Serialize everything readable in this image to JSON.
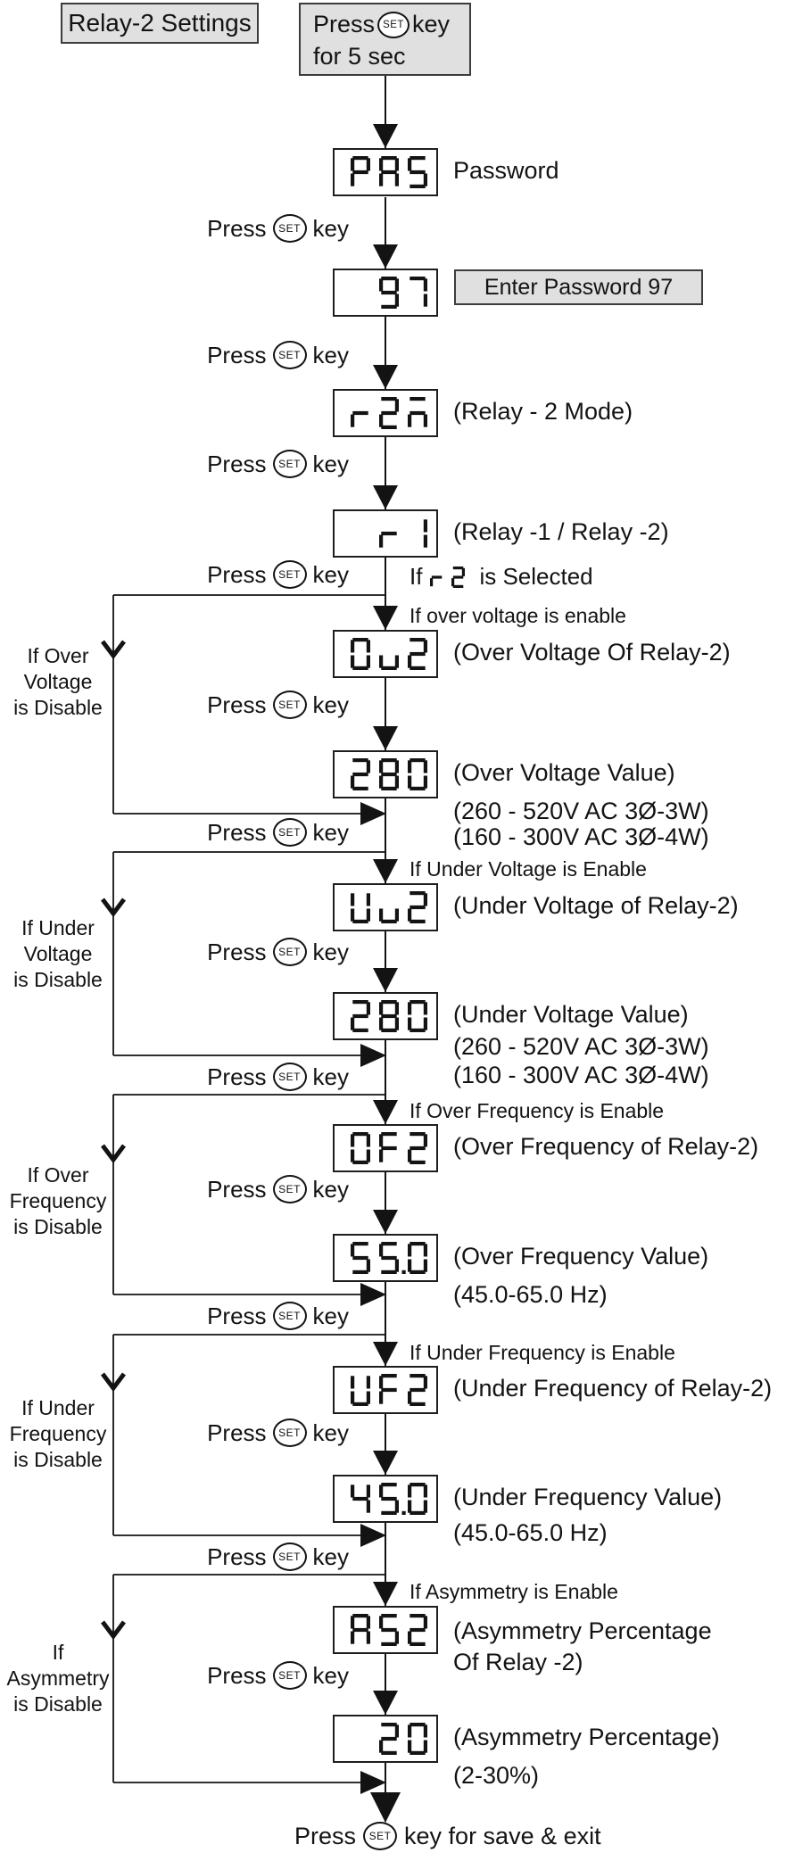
{
  "colors": {
    "ink": "#131313",
    "badge_fill": "#e0e0e0",
    "display_fill": "#ffffff"
  },
  "title": "Relay-2 Settings",
  "start_node": {
    "press": "Press",
    "set_key": "SET",
    "key": "key",
    "duration_line": "for 5 sec"
  },
  "press_set": {
    "press": "Press",
    "set_key": "SET",
    "suffix": "key"
  },
  "final_step": {
    "press": "Press",
    "set_key": "SET",
    "suffix": "key for save & exit"
  },
  "password_note": "Enter Password 97",
  "selected_branch": {
    "prefix": "If",
    "display": "r2",
    "suffix": "is Selected"
  },
  "displays": [
    {
      "value": "PAS",
      "labels": [
        "Password"
      ]
    },
    {
      "value": " 97",
      "labels": []
    },
    {
      "value": "r2M",
      "labels": [
        "(Relay - 2 Mode)"
      ]
    },
    {
      "value": " r1",
      "labels": [
        "(Relay -1 / Relay -2)"
      ]
    },
    {
      "value": "0u2",
      "labels": [
        "(Over Voltage Of Relay-2)"
      ]
    },
    {
      "value": "280",
      "labels": [
        "(Over Voltage Value)",
        "(260 - 520V AC 3Ø-3W)",
        "(160 - 300V AC 3Ø-4W)"
      ]
    },
    {
      "value": "Uu2",
      "labels": [
        "(Under Voltage of Relay-2)"
      ]
    },
    {
      "value": "280",
      "labels": [
        "(Under Voltage Value)",
        "(260 - 520V AC 3Ø-3W)",
        "(160 - 300V AC 3Ø-4W)"
      ]
    },
    {
      "value": "0F2",
      "labels": [
        "(Over Frequency of Relay-2)"
      ]
    },
    {
      "value": "55.0",
      "labels": [
        "(Over Frequency Value)",
        "(45.0-65.0 Hz)"
      ]
    },
    {
      "value": "UF2",
      "labels": [
        "(Under Frequency of Relay-2)"
      ]
    },
    {
      "value": "45.0",
      "labels": [
        "(Under Frequency Value)",
        "(45.0-65.0 Hz)"
      ]
    },
    {
      "value": "A52",
      "labels": [
        "(Asymmetry Percentage",
        "Of Relay -2)"
      ]
    },
    {
      "value": " 20",
      "labels": [
        "(Asymmetry Percentage)",
        "(2-30%)"
      ]
    }
  ],
  "enable_conditions": [
    "If over voltage is enable",
    "If Under Voltage is Enable",
    "If Over Frequency is Enable",
    "If Under Frequency is Enable",
    "If Asymmetry is Enable"
  ],
  "disable_branches": [
    {
      "lines": [
        "If Over",
        "Voltage",
        "is Disable"
      ]
    },
    {
      "lines": [
        "If Under",
        "Voltage",
        "is Disable"
      ]
    },
    {
      "lines": [
        "If Over",
        "Frequency",
        "is Disable"
      ]
    },
    {
      "lines": [
        "If Under",
        "Frequency",
        "is Disable"
      ]
    },
    {
      "lines": [
        "If",
        "Asymmetry",
        "is Disable"
      ]
    }
  ]
}
